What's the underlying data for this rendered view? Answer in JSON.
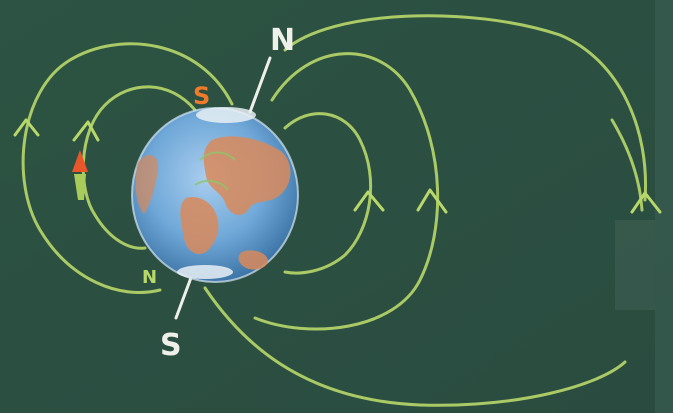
{
  "scene": {
    "description_type": "chalkboard-drawing",
    "colors": {
      "board": "#2e5446",
      "field_lines": "#b8d86a",
      "earth_ocean": "#6fa8d8",
      "earth_land": "#d9895a",
      "chalk_white": "#f0f0ea",
      "chalk_orange": "#f07a2a",
      "compass_needle_red": "#e8562a",
      "compass_needle_green": "#a8cc5a"
    }
  },
  "labels": {
    "geographic_north": "N",
    "geographic_south": "S",
    "magnetic_south": "S",
    "magnetic_north": "N"
  }
}
